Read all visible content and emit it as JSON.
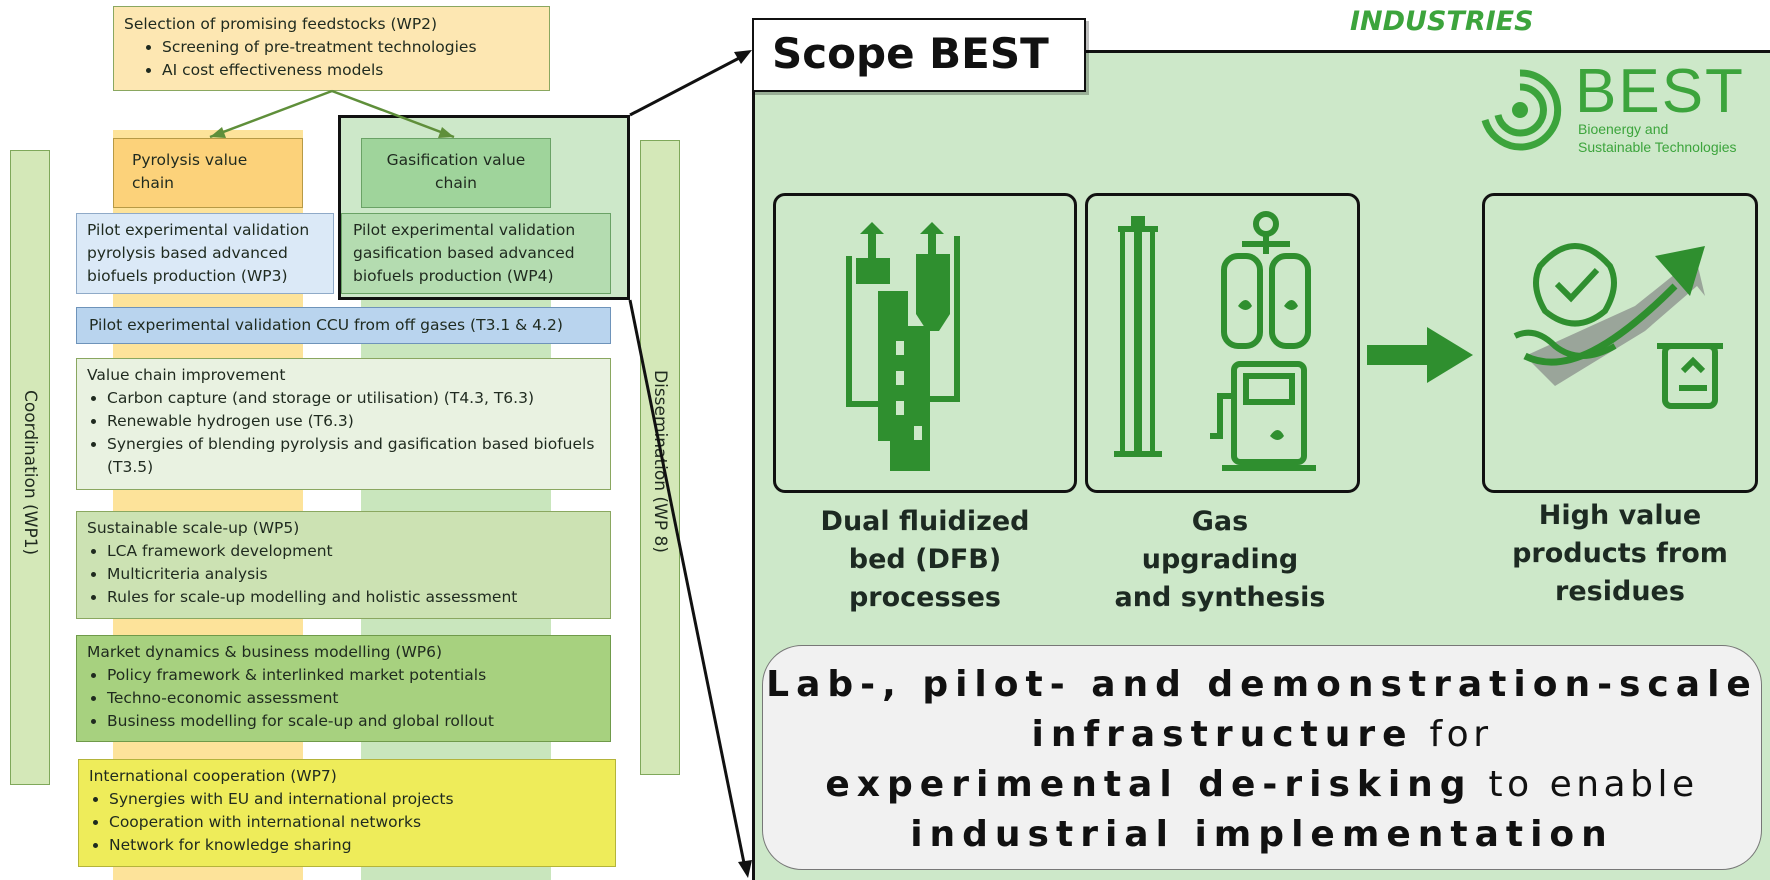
{
  "left": {
    "feedstock": {
      "title": "Selection of promising feedstocks (WP2)",
      "items": [
        "Screening of pre-treatment technologies",
        "AI cost effectiveness models"
      ]
    },
    "pyrolysis_chain": "Pyrolysis value chain",
    "gasification_chain": "Gasification value chain",
    "wp3": "Pilot experimental validation pyrolysis based advanced biofuels production (WP3)",
    "wp4": "Pilot experimental validation gasification based advanced biofuels production (WP4)",
    "ccu": "Pilot experimental validation CCU from off gases (T3.1 & 4.2)",
    "improvement": {
      "title": "Value chain improvement",
      "items": [
        "Carbon capture (and storage or utilisation) (T4.3, T6.3)",
        "Renewable hydrogen use (T6.3)",
        "Synergies of blending pyrolysis and gasification based biofuels (T3.5)"
      ]
    },
    "wp5": {
      "title": "Sustainable scale-up (WP5)",
      "items": [
        "LCA framework development",
        "Multicriteria analysis",
        "Rules for scale-up modelling and holistic assessment"
      ]
    },
    "wp6": {
      "title": "Market dynamics & business modelling (WP6)",
      "items": [
        "Policy framework & interlinked market potentials",
        "Techno-economic assessment",
        "Business modelling for scale-up and global rollout"
      ]
    },
    "wp7": {
      "title": "International cooperation (WP7)",
      "items": [
        "Synergies with EU and international projects",
        "Cooperation with international networks",
        "Network for knowledge sharing"
      ]
    },
    "coordination": "Coordination (WP1)",
    "dissemination": "Dissemination (WP 8)"
  },
  "right": {
    "industries": "INDUSTRIES",
    "scope_title": "Scope BEST",
    "logo": {
      "name": "BEST",
      "line1": "Bioenergy and",
      "line2": "Sustainable Technologies"
    },
    "captions": [
      "Dual fluidized bed (DFB) processes",
      "Gas upgrading and synthesis",
      "High value products from residues"
    ],
    "statement": {
      "bold1": "Lab-, pilot- and demonstration-scale infrastructure",
      "normal1": " for",
      "bold2": "experimental de-risking",
      "normal2": " to enable",
      "bold3": "industrial implementation"
    }
  },
  "colors": {
    "green_dark": "#2f8f2f",
    "green_light": "#cde8c9",
    "logo_green": "#3ca43c"
  }
}
